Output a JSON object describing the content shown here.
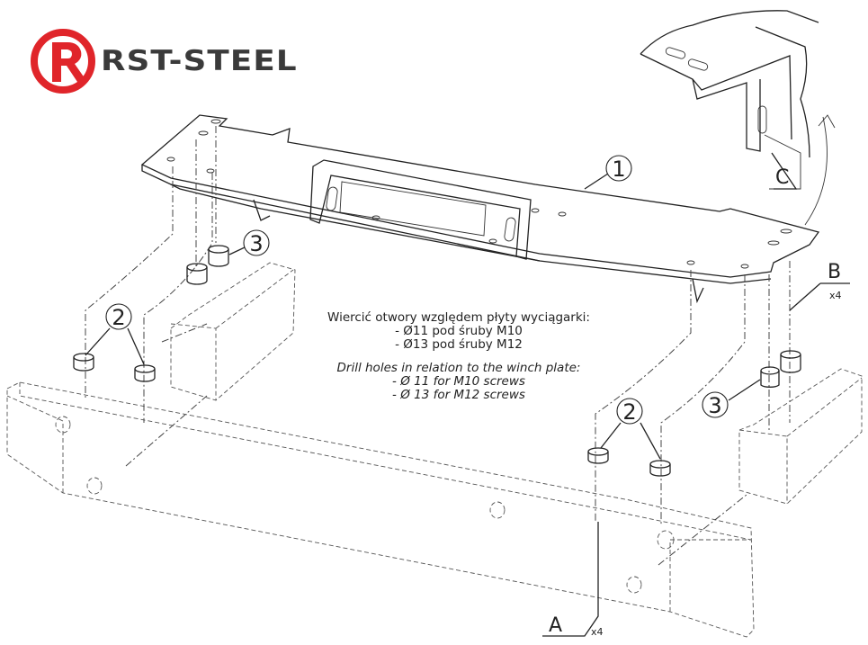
{
  "logo": {
    "brand": "RST-STEEL",
    "color_red": "#e0252a",
    "color_text": "#3a3a3a"
  },
  "callouts": {
    "part1": "1",
    "part2_left": "2",
    "part2_right": "2",
    "part3_left": "3",
    "part3_right": "3",
    "detail_a": "A",
    "detail_a_qty": "x4",
    "detail_b": "B",
    "detail_b_qty": "x4",
    "detail_c": "C"
  },
  "note_pl": {
    "title": "Wiercić otwory względem płyty wyciągarki:",
    "line1": "- Ø11 pod śruby M10",
    "line2": "- Ø13 pod śruby M12"
  },
  "note_en": {
    "title": "Drill holes in relation to the winch plate:",
    "line1": "- Ø  11 for M10 screws",
    "line2": "- Ø  13 for M12 screws"
  }
}
